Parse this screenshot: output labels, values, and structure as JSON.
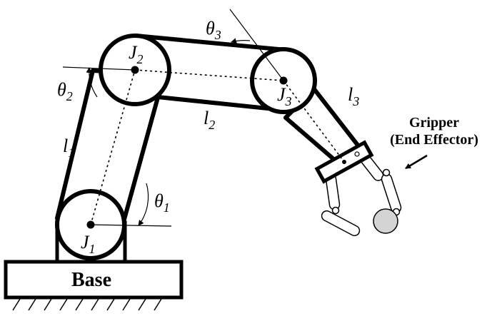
{
  "joints": {
    "j1": {
      "main": "J",
      "sub": "1"
    },
    "j2": {
      "main": "J",
      "sub": "2"
    },
    "j3": {
      "main": "J",
      "sub": "3"
    }
  },
  "links": {
    "l1": {
      "main": "l",
      "sub": "1"
    },
    "l2": {
      "main": "l",
      "sub": "2"
    },
    "l3": {
      "main": "l",
      "sub": "3"
    }
  },
  "angles": {
    "theta1": {
      "main": "θ",
      "sub": "1"
    },
    "theta2": {
      "main": "θ",
      "sub": "2"
    },
    "theta3": {
      "main": "θ",
      "sub": "3"
    }
  },
  "gripper": {
    "line1": "Gripper",
    "line2": "(End Effector)"
  },
  "base": {
    "label": "Base"
  },
  "colors": {
    "stroke": "#000000",
    "fill": "#ffffff",
    "object": "#d4d4d4"
  }
}
